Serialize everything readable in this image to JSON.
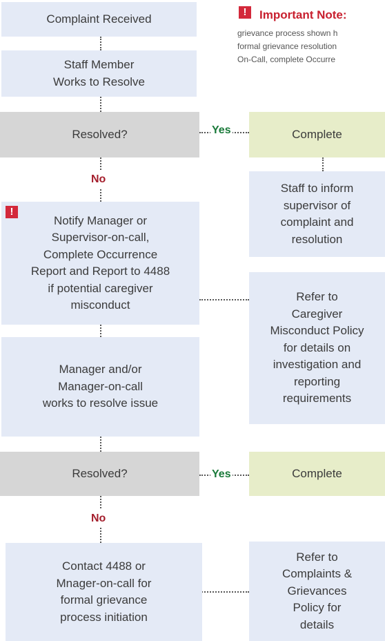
{
  "note": {
    "title": "Important Note:",
    "lines": [
      "grievance process shown h",
      "formal grievance resolution",
      "On-Call, complete Occurre"
    ]
  },
  "flow": {
    "complaint_received": "Complaint Received",
    "staff_resolve": [
      "Staff Member",
      "Works to Resolve"
    ],
    "resolved_1": "Resolved?",
    "yes_1": "Yes",
    "complete_1": "Complete",
    "no_1": "No",
    "staff_inform": [
      "Staff to inform",
      "supervisor of",
      "complaint and",
      "resolution"
    ],
    "notify_manager": [
      "Notify Manager or",
      "Supervisor-on-call,",
      "Complete Occurrence",
      "Report and Report to 4488",
      "if potential caregiver",
      "misconduct"
    ],
    "refer_caregiver": [
      "Refer to",
      "Caregiver",
      "Misconduct Policy",
      "for details on",
      "investigation and",
      "reporting",
      "requirements"
    ],
    "manager_resolve": [
      "Manager and/or",
      "Manager-on-call",
      "works to resolve issue"
    ],
    "resolved_2": "Resolved?",
    "yes_2": "Yes",
    "complete_2": "Complete",
    "no_2": "No",
    "contact_4488": [
      "Contact 4488 or",
      "Mnager-on-call for",
      "formal grievance",
      "process initiation"
    ],
    "refer_complaints": [
      "Refer to",
      "Complaints &",
      "Grievances",
      "Policy for",
      "details"
    ]
  },
  "colors": {
    "box_blue": "#e4eaf6",
    "box_gray": "#d6d6d6",
    "box_green": "#e7edc9",
    "yes_green": "#1a7a3a",
    "no_red": "#a41e2c",
    "alert_red": "#d3293b"
  },
  "icons": {
    "alert": "exclamation-alert-icon"
  }
}
